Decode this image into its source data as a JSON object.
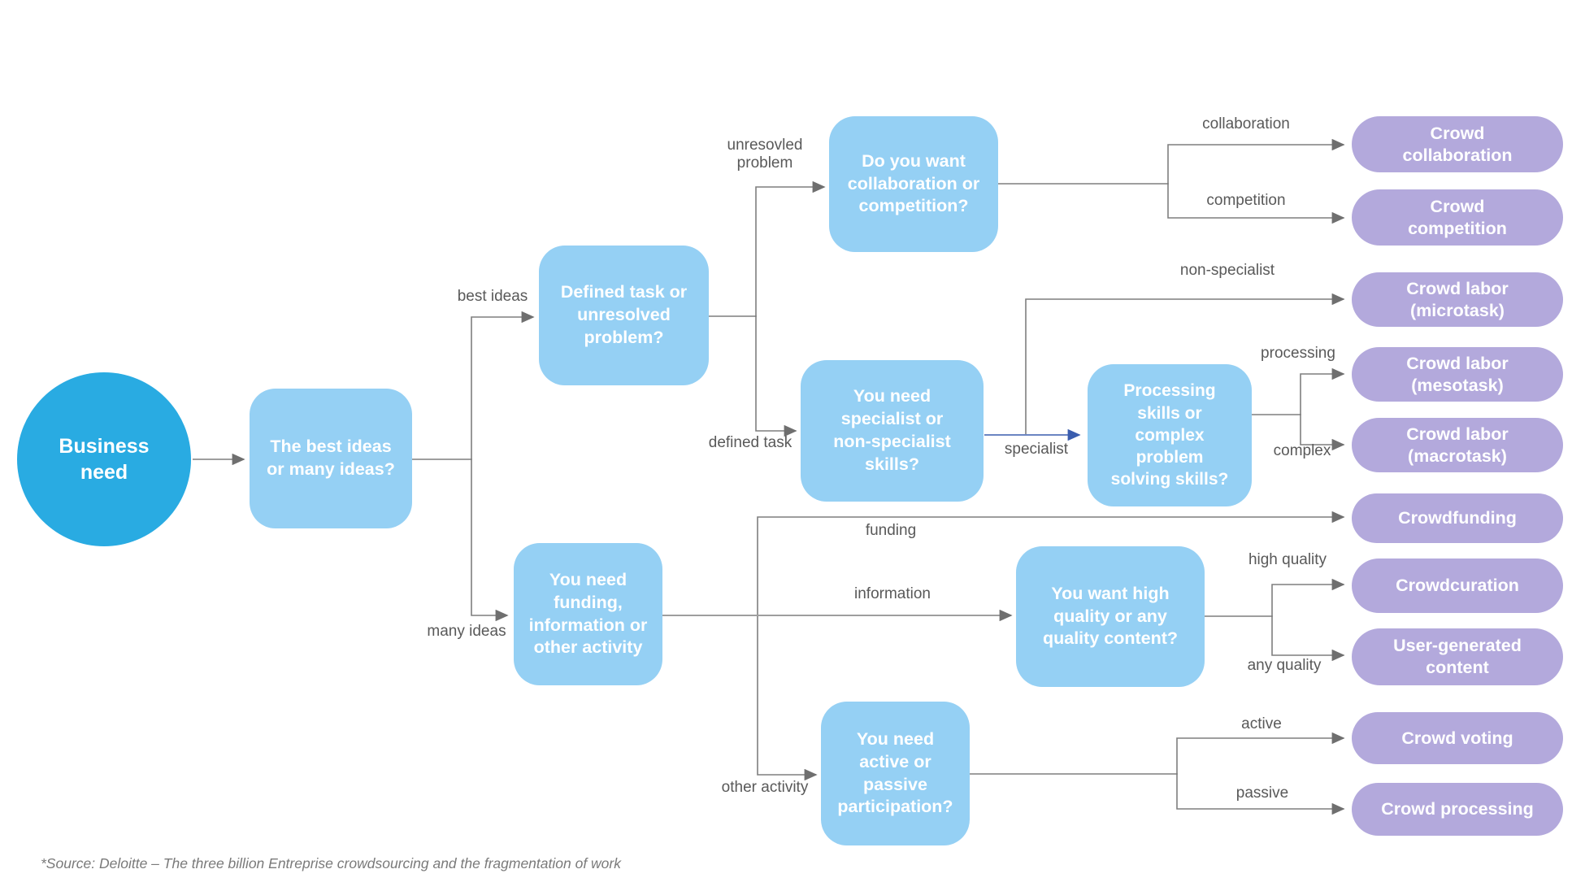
{
  "nodes": {
    "business_need": {
      "label": "Business\nneed"
    },
    "best_or_many": {
      "label": "The best ideas\nor many ideas?"
    },
    "defined_or_unresolved": {
      "label": "Defined task or\nunresolved\nproblem?"
    },
    "collab_or_competition": {
      "label": "Do you want\ncollaboration or\ncompetition?"
    },
    "specialist_or_non": {
      "label": "You need\nspecialist or\nnon-specialist\nskills?"
    },
    "processing_or_complex": {
      "label": "Processing\nskills or\ncomplex\nproblem\nsolving skills?"
    },
    "funding_info_other": {
      "label": "You need\nfunding,\ninformation or\nother activity"
    },
    "quality_content": {
      "label": "You want high\nquality or any\nquality content?"
    },
    "active_or_passive": {
      "label": "You need\nactive or\npassive\nparticipation?"
    }
  },
  "outcomes": {
    "crowd_collaboration": {
      "label": "Crowd\ncollaboration"
    },
    "crowd_competition": {
      "label": "Crowd\ncompetition"
    },
    "crowd_labor_microtask": {
      "label": "Crowd labor\n(microtask)"
    },
    "crowd_labor_mesotask": {
      "label": "Crowd labor\n(mesotask)"
    },
    "crowd_labor_macrotask": {
      "label": "Crowd labor\n(macrotask)"
    },
    "crowdfunding": {
      "label": "Crowdfunding"
    },
    "crowdcuration": {
      "label": "Crowdcuration"
    },
    "user_generated_content": {
      "label": "User-generated\ncontent"
    },
    "crowd_voting": {
      "label": "Crowd voting"
    },
    "crowd_processing": {
      "label": "Crowd processing"
    }
  },
  "edge_labels": {
    "best_ideas": "best ideas",
    "many_ideas": "many ideas",
    "unresolved_problem": "unresovled\nproblem",
    "defined_task": "defined task",
    "collaboration": "collaboration",
    "competition": "competition",
    "non_specialist": "non-specialist",
    "specialist": "specialist",
    "processing": "processing",
    "complex": "complex",
    "funding": "funding",
    "information": "information",
    "other_activity": "other activity",
    "high_quality": "high quality",
    "any_quality": "any quality",
    "active": "active",
    "passive": "passive"
  },
  "colors": {
    "root_fill": "#29abe2",
    "question_fill": "#95d0f4",
    "outcome_fill": "#b3a9dc",
    "connector": "#7f7f7f",
    "specialist_connector": "#3a5dae",
    "edge_label_text": "#595959"
  },
  "footer": {
    "source": "*Source: Deloitte – The three billion Entreprise crowdsourcing and the fragmentation of work"
  }
}
